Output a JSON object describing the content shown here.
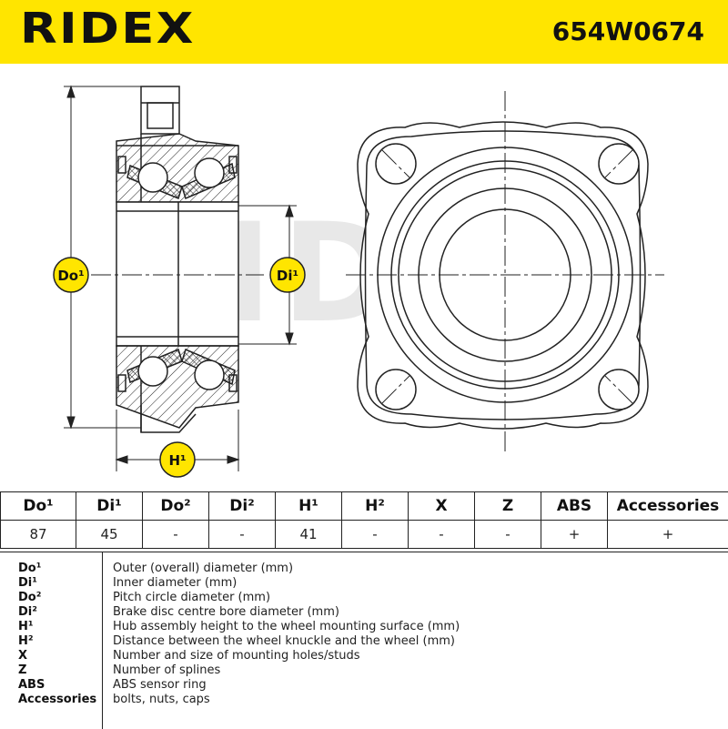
{
  "header": {
    "brand": "RIDEX",
    "part_number": "654W0674"
  },
  "drawing": {
    "watermark": "RIDEX",
    "labels": {
      "do": "Do¹",
      "di": "Di¹",
      "h": "H¹"
    }
  },
  "table": {
    "headers": [
      "Do¹",
      "Di¹",
      "Do²",
      "Di²",
      "H¹",
      "H²",
      "X",
      "Z",
      "ABS",
      "Accessories"
    ],
    "values": [
      "87",
      "45",
      "-",
      "-",
      "41",
      "-",
      "-",
      "-",
      "+",
      "+"
    ]
  },
  "legend": [
    {
      "key": "Do¹",
      "text": "Outer (overall) diameter (mm)"
    },
    {
      "key": "Di¹",
      "text": "Inner diameter (mm)"
    },
    {
      "key": "Do²",
      "text": "Pitch circle diameter (mm)"
    },
    {
      "key": "Di²",
      "text": "Brake disc centre bore diameter (mm)"
    },
    {
      "key": "H¹",
      "text": "Hub assembly height to the wheel mounting surface (mm)"
    },
    {
      "key": "H²",
      "text": "Distance between the wheel knuckle and the wheel (mm)"
    },
    {
      "key": "X",
      "text": "Number and size of mounting holes/studs"
    },
    {
      "key": "Z",
      "text": "Number of splines"
    },
    {
      "key": "ABS",
      "text": "ABS sensor ring"
    },
    {
      "key": "Accessories",
      "text": "bolts, nuts, caps"
    }
  ],
  "colors": {
    "header_bg": "#ffe500",
    "label_badge": "#ffe500",
    "ink": "#111111",
    "watermark": "#e6e6e6"
  }
}
